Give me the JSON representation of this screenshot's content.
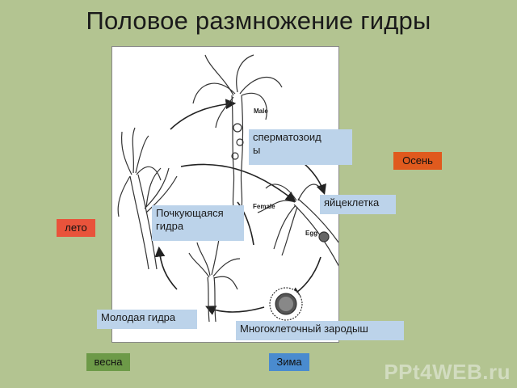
{
  "title": "Половое размножение гидры",
  "diagram": {
    "male_label": "Male",
    "female_label": "Female",
    "egg_label": "Egg"
  },
  "labels": {
    "sperm": "сперматозоид\nы",
    "egg_cell": "яйцеклетка",
    "budding": "Почкующаяся\nгидра",
    "young": "Молодая гидра",
    "embryo": "Многоклеточный зародыш"
  },
  "seasons": {
    "autumn": "Осень",
    "summer": "лето",
    "spring": "весна",
    "winter": "Зима"
  },
  "colors": {
    "background": "#b3c491",
    "autumn": "#e05a1e",
    "summer": "#e9533b",
    "spring": "#6d9a48",
    "winter": "#4a8bcf",
    "label_box": "#bcd3ea"
  },
  "watermark": "PPt4WEB.ru"
}
